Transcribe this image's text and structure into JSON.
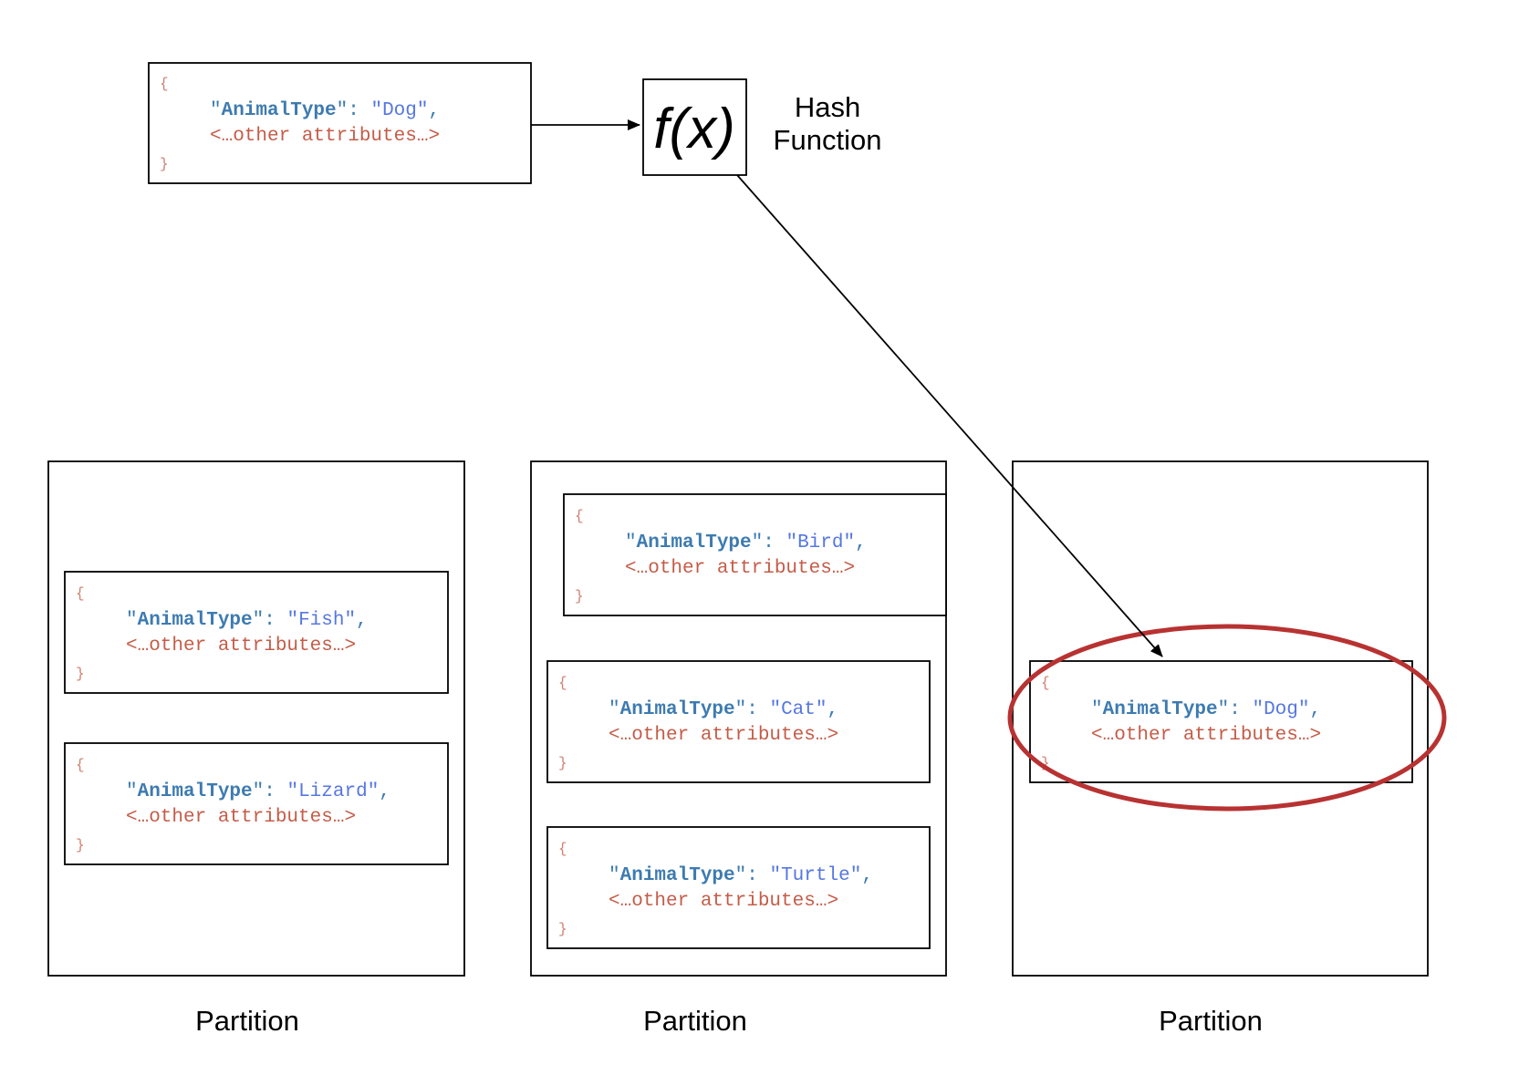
{
  "colors": {
    "key": "#3d7bb0",
    "value": "#5577e0",
    "other": "#c45c48",
    "brace": "#d08070",
    "highlight": "#b83232"
  },
  "json_tokens": {
    "open_brace": "{",
    "close_brace": "}",
    "colon": ": ",
    "comma": ",",
    "quote": "\""
  },
  "source_record": {
    "key": "AnimalType",
    "value": "Dog",
    "other": "<…other attributes…>"
  },
  "hash": {
    "symbol": "f(x)",
    "label_line1": "Hash",
    "label_line2": "Function"
  },
  "partitions": [
    {
      "label": "Partition",
      "records": [
        {
          "key": "AnimalType",
          "value": "Fish",
          "other": "<…other attributes…>"
        },
        {
          "key": "AnimalType",
          "value": "Lizard",
          "other": "<…other attributes…>"
        }
      ]
    },
    {
      "label": "Partition",
      "records": [
        {
          "key": "AnimalType",
          "value": "Bird",
          "other": "<…other attributes…>"
        },
        {
          "key": "AnimalType",
          "value": "Cat",
          "other": "<…other attributes…>"
        },
        {
          "key": "AnimalType",
          "value": "Turtle",
          "other": "<…other attributes…>"
        }
      ]
    },
    {
      "label": "Partition",
      "records": [
        {
          "key": "AnimalType",
          "value": "Dog",
          "other": "<…other attributes…>",
          "highlighted": true
        }
      ]
    }
  ]
}
